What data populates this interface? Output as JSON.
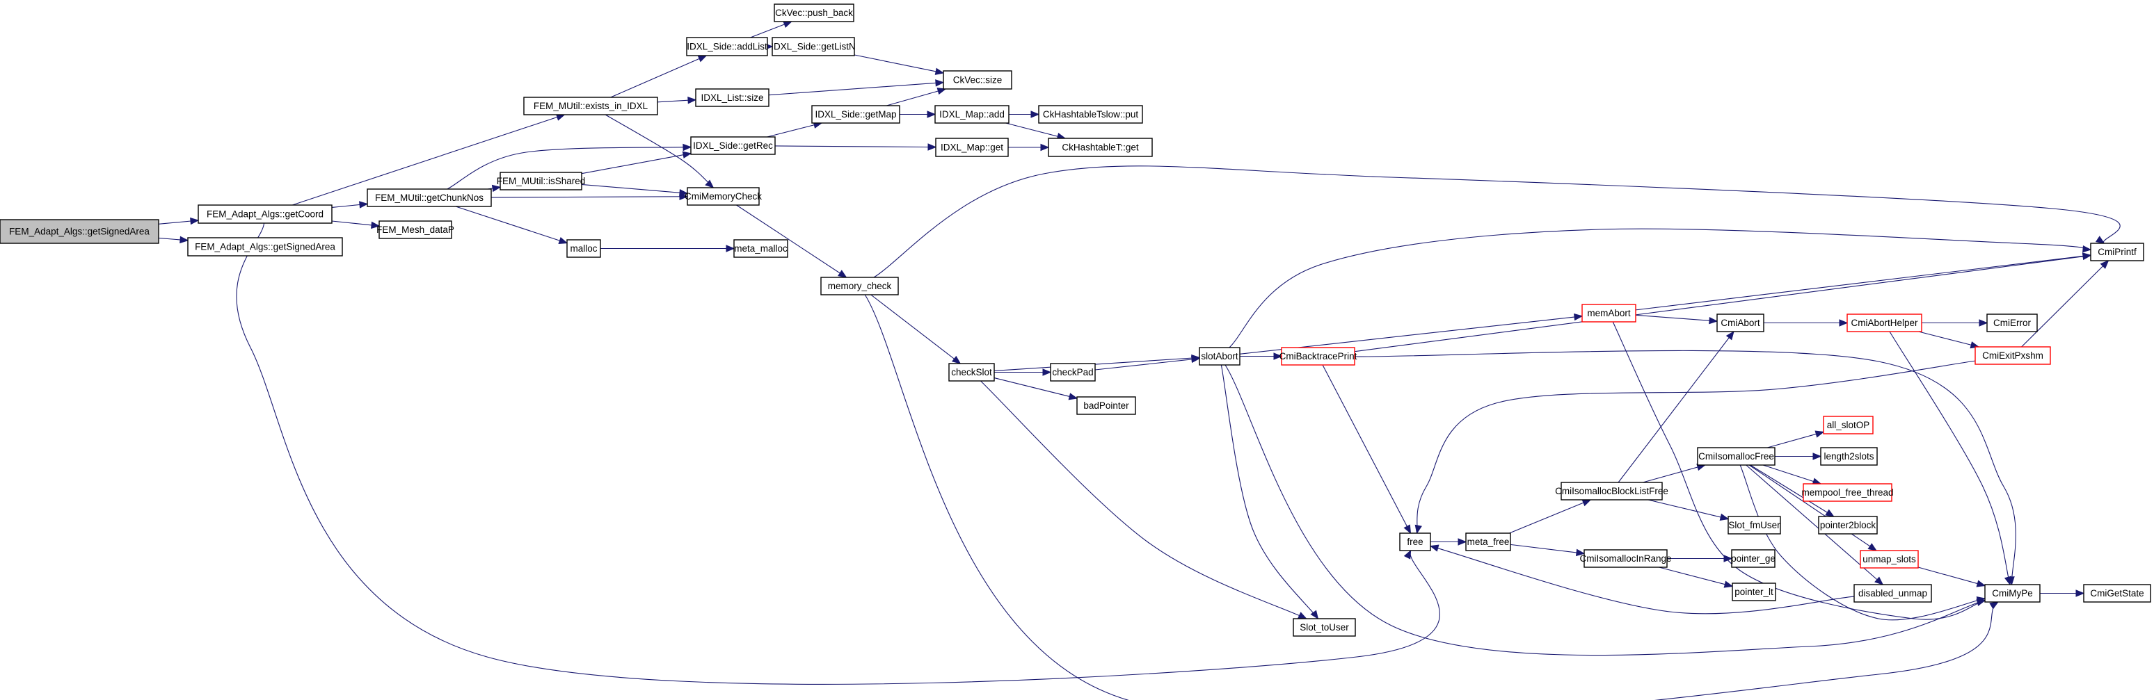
{
  "graph": {
    "type": "call-graph",
    "direction": "left-to-right",
    "colors": {
      "edge": "#191970",
      "root_fill": "#bfbfbf",
      "node_border": "#000000",
      "truncated_border": "#ff0000",
      "background": "#ffffff"
    },
    "nodes": [
      {
        "id": "root",
        "label": "FEM_Adapt_Algs::getSignedArea",
        "root": true
      },
      {
        "id": "getCoord",
        "label": "FEM_Adapt_Algs::getCoord"
      },
      {
        "id": "getSignedArea2",
        "label": "FEM_Adapt_Algs::getSignedArea"
      },
      {
        "id": "existsInIDXL",
        "label": "FEM_MUtil::exists_in_IDXL"
      },
      {
        "id": "getChunkNos",
        "label": "FEM_MUtil::getChunkNos"
      },
      {
        "id": "meshDataP",
        "label": "FEM_Mesh_dataP"
      },
      {
        "id": "addList",
        "label": "IDXL_Side::addList"
      },
      {
        "id": "listSize",
        "label": "IDXL_List::size"
      },
      {
        "id": "isShared",
        "label": "FEM_MUtil::isShared"
      },
      {
        "id": "malloc",
        "label": "malloc"
      },
      {
        "id": "pushBack",
        "label": "CkVec::push_back"
      },
      {
        "id": "getListN",
        "label": "IDXL_Side::getListN"
      },
      {
        "id": "ckvecSize",
        "label": "CkVec::size"
      },
      {
        "id": "getMap",
        "label": "IDXL_Side::getMap"
      },
      {
        "id": "getRec",
        "label": "IDXL_Side::getRec"
      },
      {
        "id": "cmiMemCheck",
        "label": "CmiMemoryCheck"
      },
      {
        "id": "metaMalloc",
        "label": "meta_malloc"
      },
      {
        "id": "mapAdd",
        "label": "IDXL_Map::add"
      },
      {
        "id": "mapGet",
        "label": "IDXL_Map::get"
      },
      {
        "id": "hashPut",
        "label": "CkHashtableTslow::put"
      },
      {
        "id": "hashGet",
        "label": "CkHashtableT::get"
      },
      {
        "id": "memoryCheck",
        "label": "memory_check"
      },
      {
        "id": "checkSlot",
        "label": "checkSlot"
      },
      {
        "id": "checkPad",
        "label": "checkPad"
      },
      {
        "id": "badPointer",
        "label": "badPointer"
      },
      {
        "id": "slotAbort",
        "label": "slotAbort"
      },
      {
        "id": "backtrace",
        "label": "CmiBacktracePrint",
        "truncated": true
      },
      {
        "id": "memAbort",
        "label": "memAbort",
        "truncated": true
      },
      {
        "id": "cmiAbort",
        "label": "CmiAbort"
      },
      {
        "id": "abortHelper",
        "label": "CmiAbortHelper",
        "truncated": true
      },
      {
        "id": "cmiError",
        "label": "CmiError"
      },
      {
        "id": "exitPxshm",
        "label": "CmiExitPxshm",
        "truncated": true
      },
      {
        "id": "cmiPrintf",
        "label": "CmiPrintf"
      },
      {
        "id": "free",
        "label": "free"
      },
      {
        "id": "metaFree",
        "label": "meta_free"
      },
      {
        "id": "blockListFree",
        "label": "CmiIsomallocBlockListFree"
      },
      {
        "id": "inRange",
        "label": "CmiIsomallocInRange"
      },
      {
        "id": "isoFree",
        "label": "CmiIsomallocFree"
      },
      {
        "id": "slotFmUser",
        "label": "Slot_fmUser"
      },
      {
        "id": "pointerGe",
        "label": "pointer_ge"
      },
      {
        "id": "pointerLt",
        "label": "pointer_lt"
      },
      {
        "id": "allSlotOP",
        "label": "all_slotOP",
        "truncated": true
      },
      {
        "id": "length2slots",
        "label": "length2slots"
      },
      {
        "id": "mempoolFree",
        "label": "mempool_free_thread",
        "truncated": true
      },
      {
        "id": "pointer2block",
        "label": "pointer2block"
      },
      {
        "id": "unmapSlots",
        "label": "unmap_slots",
        "truncated": true
      },
      {
        "id": "disabledUnmap",
        "label": "disabled_unmap"
      },
      {
        "id": "slotToUser",
        "label": "Slot_toUser"
      },
      {
        "id": "cmiMyPe",
        "label": "CmiMyPe"
      },
      {
        "id": "getState",
        "label": "CmiGetState"
      }
    ],
    "edges": [
      [
        "root",
        "getCoord"
      ],
      [
        "root",
        "getSignedArea2"
      ],
      [
        "getCoord",
        "existsInIDXL"
      ],
      [
        "getCoord",
        "getChunkNos"
      ],
      [
        "getCoord",
        "meshDataP"
      ],
      [
        "getCoord",
        "free"
      ],
      [
        "existsInIDXL",
        "addList"
      ],
      [
        "existsInIDXL",
        "listSize"
      ],
      [
        "existsInIDXL",
        "cmiMemCheck"
      ],
      [
        "getChunkNos",
        "getRec"
      ],
      [
        "getChunkNos",
        "isShared"
      ],
      [
        "getChunkNos",
        "cmiMemCheck"
      ],
      [
        "getChunkNos",
        "malloc"
      ],
      [
        "addList",
        "pushBack"
      ],
      [
        "addList",
        "getListN"
      ],
      [
        "getListN",
        "ckvecSize"
      ],
      [
        "listSize",
        "ckvecSize"
      ],
      [
        "isShared",
        "getRec"
      ],
      [
        "isShared",
        "cmiMemCheck"
      ],
      [
        "getRec",
        "getMap"
      ],
      [
        "getRec",
        "mapGet"
      ],
      [
        "getMap",
        "ckvecSize"
      ],
      [
        "getMap",
        "mapAdd"
      ],
      [
        "mapAdd",
        "hashPut"
      ],
      [
        "mapAdd",
        "hashGet"
      ],
      [
        "mapGet",
        "hashGet"
      ],
      [
        "malloc",
        "metaMalloc"
      ],
      [
        "cmiMemCheck",
        "memoryCheck"
      ],
      [
        "memoryCheck",
        "cmiPrintf"
      ],
      [
        "memoryCheck",
        "checkSlot"
      ],
      [
        "memoryCheck",
        "cmiMyPe"
      ],
      [
        "checkSlot",
        "slotAbort"
      ],
      [
        "checkSlot",
        "checkPad"
      ],
      [
        "checkSlot",
        "badPointer"
      ],
      [
        "checkSlot",
        "slotToUser"
      ],
      [
        "checkPad",
        "slotAbort"
      ],
      [
        "slotAbort",
        "backtrace"
      ],
      [
        "slotAbort",
        "memAbort"
      ],
      [
        "slotAbort",
        "cmiPrintf"
      ],
      [
        "slotAbort",
        "slotToUser"
      ],
      [
        "slotAbort",
        "cmiMyPe"
      ],
      [
        "backtrace",
        "cmiPrintf"
      ],
      [
        "backtrace",
        "free"
      ],
      [
        "backtrace",
        "cmiMyPe"
      ],
      [
        "memAbort",
        "cmiAbort"
      ],
      [
        "memAbort",
        "cmiPrintf"
      ],
      [
        "memAbort",
        "cmiMyPe"
      ],
      [
        "cmiAbort",
        "abortHelper"
      ],
      [
        "abortHelper",
        "cmiError"
      ],
      [
        "abortHelper",
        "exitPxshm"
      ],
      [
        "abortHelper",
        "cmiMyPe"
      ],
      [
        "exitPxshm",
        "cmiPrintf"
      ],
      [
        "exitPxshm",
        "free"
      ],
      [
        "free",
        "metaFree"
      ],
      [
        "metaFree",
        "blockListFree"
      ],
      [
        "metaFree",
        "inRange"
      ],
      [
        "blockListFree",
        "isoFree"
      ],
      [
        "blockListFree",
        "cmiAbort"
      ],
      [
        "blockListFree",
        "slotFmUser"
      ],
      [
        "inRange",
        "pointerGe"
      ],
      [
        "inRange",
        "pointerLt"
      ],
      [
        "isoFree",
        "allSlotOP"
      ],
      [
        "isoFree",
        "length2slots"
      ],
      [
        "isoFree",
        "mempoolFree"
      ],
      [
        "isoFree",
        "pointer2block"
      ],
      [
        "isoFree",
        "unmapSlots"
      ],
      [
        "isoFree",
        "disabledUnmap"
      ],
      [
        "isoFree",
        "cmiMyPe"
      ],
      [
        "unmapSlots",
        "cmiMyPe"
      ],
      [
        "disabledUnmap",
        "free"
      ],
      [
        "cmiMyPe",
        "getState"
      ]
    ]
  }
}
